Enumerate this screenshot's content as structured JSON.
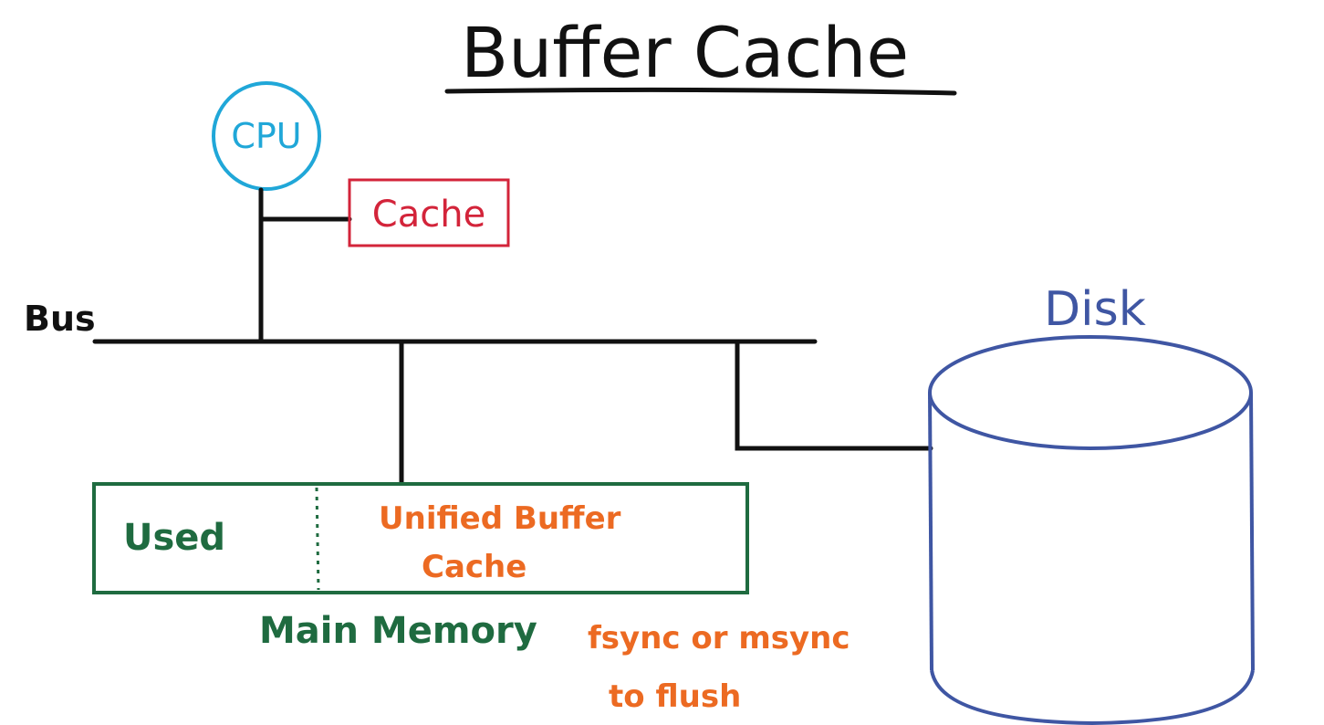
{
  "title": "Buffer Cache",
  "cpu": {
    "label": "CPU"
  },
  "cache": {
    "label": "Cache"
  },
  "bus": {
    "label": "Bus"
  },
  "disk": {
    "label": "Disk"
  },
  "main_memory": {
    "label": "Main Memory",
    "used_label": "Used",
    "buffer_line1": "Unified Buffer",
    "buffer_line2": "Cache"
  },
  "flush_note": {
    "line1": "fsync or msync",
    "line2": "to flush"
  },
  "colors": {
    "cpu": "#20a7d8",
    "cache": "#d3243a",
    "disk": "#3f56a3",
    "memory": "#1f6b40",
    "buffer": "#ec6a22",
    "wires": "#111111"
  }
}
